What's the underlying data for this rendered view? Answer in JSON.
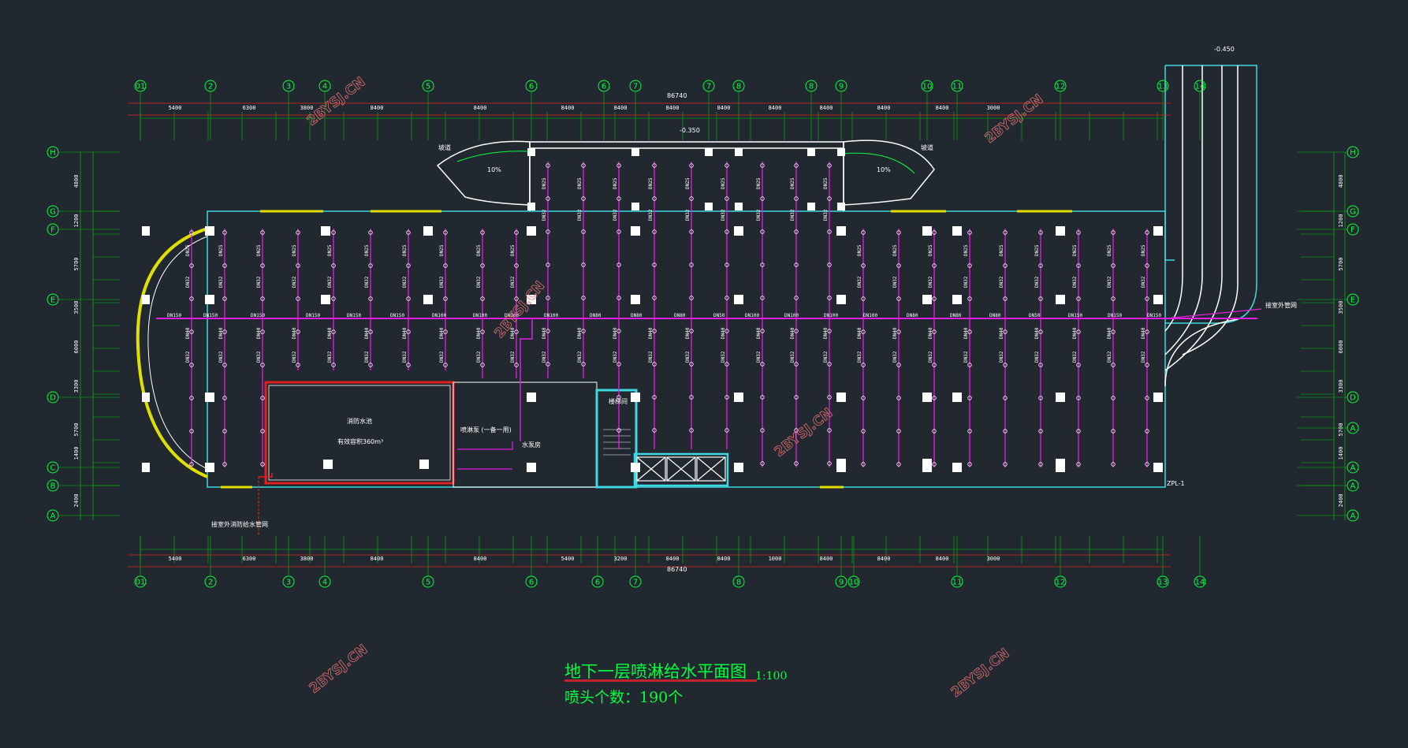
{
  "drawing": {
    "title": "地下一层喷淋给水平面图",
    "scale": "1:100",
    "head_count_text": "喷头个数：190个"
  },
  "colors": {
    "background": "#212830",
    "dim_line": "#00c000",
    "axis_bubble": "#00ff40",
    "pipe": "#e020e0",
    "wall": "#ffffff",
    "wall_cyan": "#40d8e0",
    "curve_yellow": "#e0e000",
    "red": "#e02020"
  },
  "top_axes": [
    "01",
    "2",
    "3",
    "4",
    "5",
    "6",
    "6",
    "7",
    "7",
    "8",
    "8",
    "9",
    "10",
    "11",
    "12",
    "13",
    "14"
  ],
  "bottom_axes": [
    "01",
    "2",
    "3",
    "4",
    "5",
    "6",
    "6",
    "7",
    "8",
    "9",
    "10",
    "11",
    "12",
    "13",
    "14"
  ],
  "left_axes": [
    "H",
    "G",
    "F",
    "E",
    "D",
    "C",
    "B",
    "A"
  ],
  "right_axes": [
    "H",
    "G",
    "F",
    "E",
    "D",
    "A",
    "A",
    "A",
    "A"
  ],
  "overall_dim": "86740",
  "top_dims": [
    "5400",
    "6300",
    "3800",
    "8400",
    "8400",
    "8400",
    "8400",
    "8400",
    "8400",
    "8400",
    "8400",
    "8400",
    "8400",
    "3000"
  ],
  "bottom_dims": [
    "5400",
    "6300",
    "3800",
    "8400",
    "8400",
    "5400",
    "3200",
    "8400",
    "8400",
    "1000",
    "8400",
    "8400",
    "8400",
    "3000"
  ],
  "left_dims": [
    "4800",
    "1200",
    "5700",
    "3500",
    "6000",
    "3300",
    "5700",
    "1400",
    "2400"
  ],
  "elevations": [
    "-0.450",
    "-0.350"
  ],
  "pipe_main_labels": [
    "DN150",
    "DN150",
    "DN150",
    "DN150",
    "DN150",
    "DN150",
    "DN100",
    "DN100",
    "DN100",
    "DN100",
    "DN80",
    "DN80",
    "DN80",
    "DN50"
  ],
  "branch_labels": [
    "DN25",
    "DN32",
    "DN40",
    "DN32",
    "DN25"
  ],
  "rooms": {
    "pool": "消防水池",
    "pool_volume": "有效容积360m³",
    "pump_room": "水泵房",
    "stair": "楼梯间",
    "ramp_left": "坡道",
    "ramp_right": "坡道",
    "ramp_slope_left": "10%",
    "ramp_slope_right": "10%",
    "pipe_tag": "ZPL-1",
    "inlet_note": "接室外消防给水管网",
    "outlet_note": "接室外管网",
    "pump_note": "喷淋泵\n(一备一用)"
  },
  "watermark": "2BYSJ.CN"
}
